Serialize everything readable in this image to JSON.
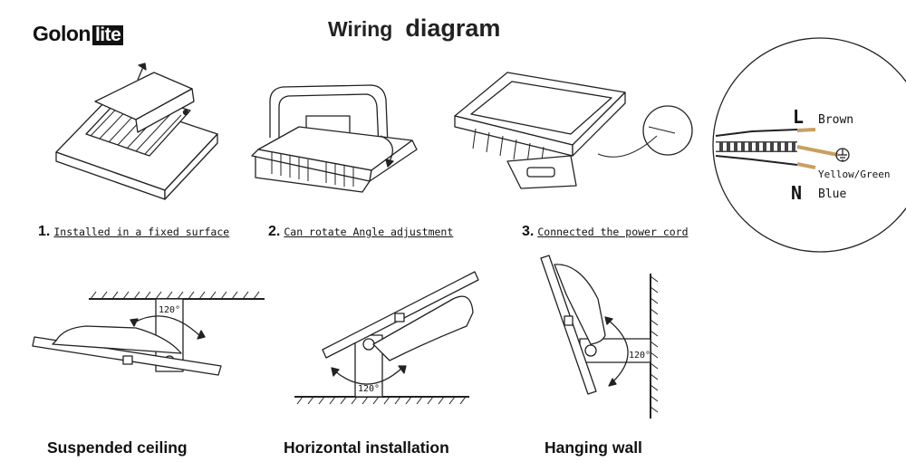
{
  "header": {
    "logo_main": "Golon",
    "logo_badge": "lite",
    "title_word1": "Wiring",
    "title_word2": "diagram"
  },
  "steps": [
    {
      "num": "1.",
      "text": "Installed in a fixed surface"
    },
    {
      "num": "2.",
      "text": "Can rotate Angle adjustment"
    },
    {
      "num": "3.",
      "text": "Connected the power cord"
    }
  ],
  "wiring": {
    "live": {
      "letter": "L",
      "color_name": "Brown"
    },
    "earth": {
      "color_name": "Yellow/Green"
    },
    "neutral": {
      "letter": "N",
      "color_name": "Blue"
    }
  },
  "angles": {
    "ceiling": "120°",
    "horizontal": "120°",
    "wall": "120°"
  },
  "captions": {
    "ceiling": "Suspended ceiling",
    "horizontal": "Horizontal installation",
    "wall": "Hanging wall"
  },
  "colors": {
    "brown_wire": "#c8a060",
    "line": "#222222"
  }
}
